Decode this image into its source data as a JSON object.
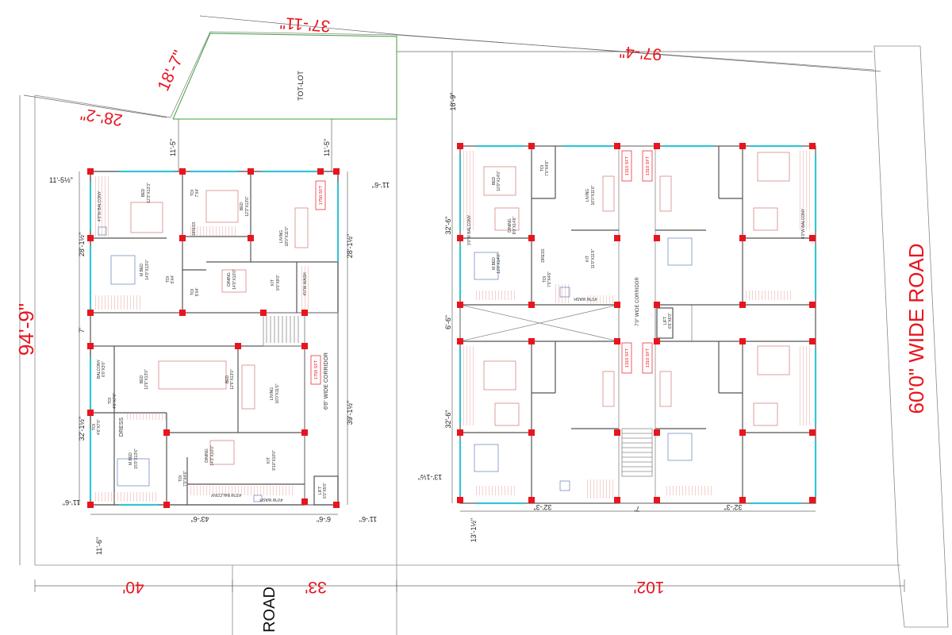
{
  "boundary": {
    "dim_28_2": "28'-2\"",
    "dim_18_7": "18'-7\"",
    "dim_37_11": "37'-11\"",
    "dim_97_4": "97'-4\"",
    "dim_94_9": "94'-9\"",
    "dim_40": "40'",
    "dim_33": "33'",
    "dim_102": "102'",
    "tot_lot": "TOT-LOT",
    "road": "ROAD",
    "wide_road": "60'0\" WIDE ROAD"
  },
  "left_block": {
    "d_11_5_a": "11'-5\"",
    "d_11_5_b": "11'-5\"",
    "d_11_5_half": "11'-5½\"",
    "d_11_6_a": "11'-6\"",
    "d_28_1_left": "28'-1½\"",
    "d_28_1_right": "28'-1½\"",
    "d_7": "7'",
    "d_32_1": "32'-1½\"",
    "d_39_1": "39'-1½\"",
    "d_11_6_b": "11'-6\"",
    "d_43_6": "43'-6\"",
    "d_6_6": "6'-6\"",
    "d_11_6_c": "11'-6\"",
    "d_11_6_d": "11'-6\"",
    "corridor": "6'6\" WIDE CORRIDOR",
    "sft_top": "1750 SFT",
    "sft_bottom": "1750 SFT",
    "rooms_top": {
      "balcony": "4'0\"W BALCONY",
      "bed": "BED",
      "bed_size": "12'3\"X13'3\"",
      "toi": "TOI",
      "toi_size": "7'X4'",
      "bed2": "BED",
      "bed2_size": "12'3\"X13'6\"",
      "dress": "DRESS",
      "mbed": "M.BED",
      "mbed_size": "14'0\"X13'0\"",
      "toi2": "TOI",
      "toi2_size": "5'X4'",
      "toi3": "TOI",
      "toi3_size": "5'X4'",
      "living": "LIVING",
      "living_size": "18'0\"X11'0\"",
      "dining": "DINING",
      "dining_size": "14'0\"X10'0\"",
      "kit": "KIT",
      "kit_size": "9'0\"X9'0\"",
      "wash": "4'0\"W WASH"
    },
    "rooms_bottom": {
      "balcony": "BALCONY",
      "balcony_size": "6'0\"X3'0\"",
      "bed": "BED",
      "bed_size": "12'6\"X13'0\"",
      "bed2": "BED",
      "bed2_size": "12'6\"X13'0\"",
      "toi": "TOI",
      "toi_size": "4'6\"X7'0\"",
      "toi2": "TOI",
      "toi2_size": "4'6\"X7'0\"",
      "dress": "DRESS",
      "living": "LIVING",
      "living_size": "16'0\"X11'6\"",
      "mbed": "M.BED",
      "mbed_size": "15'0\"X13'6\"",
      "toi3": "TOI",
      "toi3_size": "7'0\"X4'6\"",
      "dining": "DINING",
      "dining_size": "14'3\"X10'0\"",
      "kit": "KIT",
      "kit_size": "9'10\"X10'0\"",
      "balcony2": "4'0\"W BALCONY",
      "wash": "4'0\"W WASH",
      "lift": "LIFT",
      "lift_size": "6'0\"X5'0\""
    }
  },
  "right_block": {
    "d_18_9": "18'-9\"",
    "d_32_6_top": "32'-6\"",
    "d_6_6": "6'-6\"",
    "d_32_6_bottom": "32'-6\"",
    "d_13_1_a": "13'-1½\"",
    "d_13_1_b": "13'-1½\"",
    "d_32_3_left": "32'-3\"",
    "d_7": "7'",
    "d_32_3_right": "32'-3\"",
    "corridor": "7'0\" WIDE CORRIDOR",
    "lift": "LIFT",
    "lift_size": "6'6\"X6'0\"",
    "sft_1": "1310 SFT",
    "sft_2": "1310 SFT",
    "sft_3": "1310 SFT",
    "sft_4": "1310 SFT",
    "rooms": {
      "bed": "BED",
      "bed_size": "10'0\"X14'0\"",
      "toi": "TOI",
      "toi_size": "7'0\"X4'6\"",
      "living": "LIVING",
      "living_size": "16'0\"X11'6\"",
      "balcony": "3'0\"W BALCONY",
      "dining": "DINING",
      "dining_size": "9'0\"X14'6\"",
      "mbed": "M.BED",
      "mbed_size": "13'0\"X14'0\"",
      "dress": "DRESS",
      "toi2": "TOI",
      "toi2_size": "7'0\"X4'6\"",
      "kit": "KIT",
      "kit_size": "11'0\"X11'6\"",
      "wash": "4'0\"W WASH",
      "balcony4": "4'0\"W BALCONY"
    }
  }
}
